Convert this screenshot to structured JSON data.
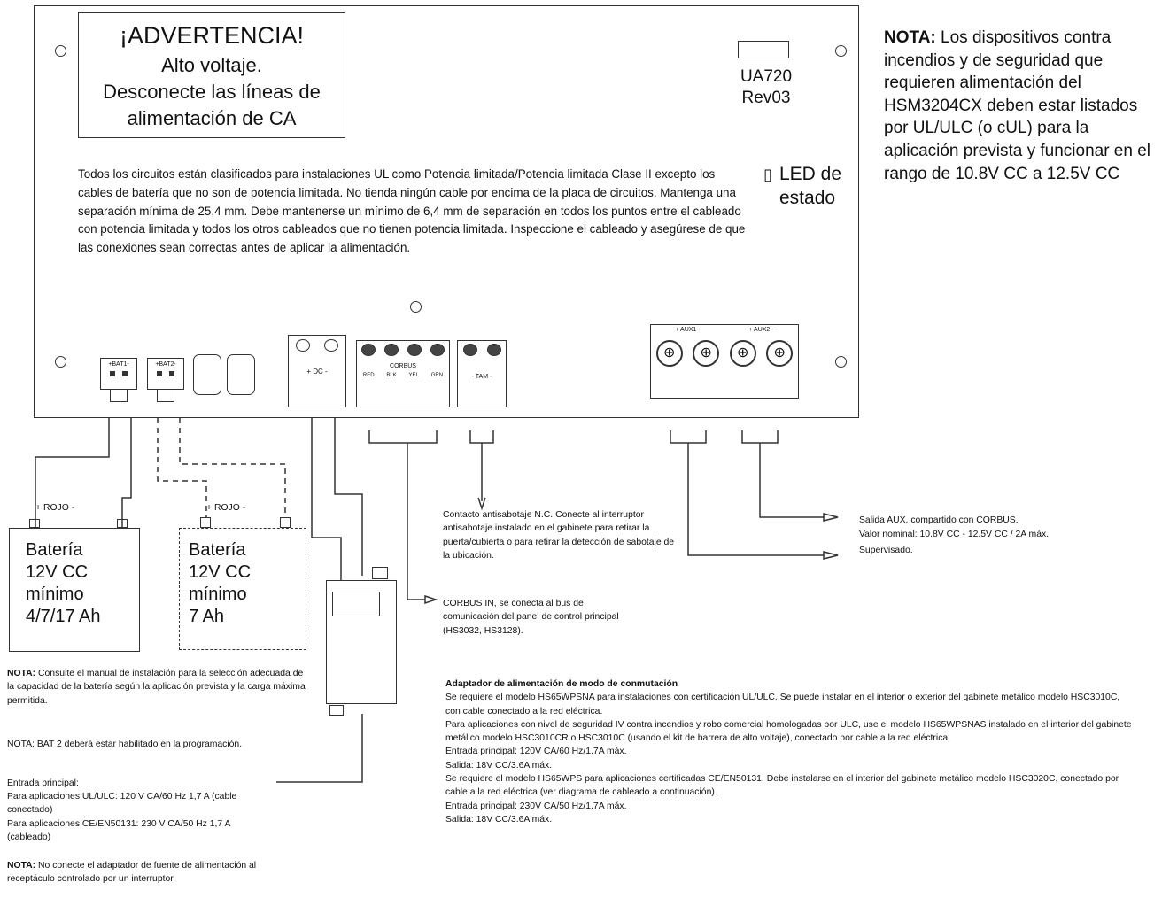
{
  "warning": {
    "title": "¡ADVERTENCIA!",
    "line1": "Alto voltaje.",
    "line2": "Desconecte las líneas de",
    "line3": "alimentación de CA"
  },
  "board": {
    "model": "UA720",
    "revision": "Rev03",
    "led_label_1": "LED de",
    "led_label_2": "estado",
    "limited_power_text": "Todos los circuitos están clasificados para instalaciones UL como Potencia limitada/Potencia limitada Clase II excepto los cables de batería que no son de potencia limitada. No tienda ningún cable por encima de la placa de circuitos. Mantenga una separación mínima de 25,4 mm. Debe mantenerse un mínimo de 6,4 mm de separación en todos los puntos entre el cableado con potencia limitada y todos los otros cableados que no tienen potencia limitada. Inspeccione el cableado y asegúrese de que las conexiones sean correctas antes de aplicar la alimentación.",
    "terminals": {
      "bat1": "+BAT1-",
      "bat2": "+BAT2-",
      "dc": "+ DC -",
      "corbus": "CORBUS",
      "corbus_pins": [
        "RED",
        "BLK",
        "YEL",
        "GRN"
      ],
      "tam": "- TAM -",
      "aux1": "+ AUX1 -",
      "aux2": "+ AUX2 -"
    }
  },
  "nota_top": {
    "label": "NOTA:",
    "text": " Los dispositivos contra incendios y de seguridad que requieren alimentación del HSM3204CX deben estar listados por UL/ULC (o cUL) para la aplicación prevista y funcionar en el rango de 10.8V CC a 12.5V CC"
  },
  "battery1": {
    "wire_label": "+ ROJO -",
    "line1": "Batería",
    "line2": "12V CC",
    "line3": "mínimo",
    "line4": "4/7/17 Ah"
  },
  "battery2": {
    "wire_label": "+ ROJO -",
    "line1": "Batería",
    "line2": "12V CC",
    "line3": "mínimo",
    "line4": "7 Ah"
  },
  "notes_left": {
    "nota1_label": "NOTA:",
    "nota1_text": " Consulte el manual de instalación para la selección adecuada de la capacidad de la batería según la aplicación prevista y la carga máxima permitida.",
    "nota2": "NOTA: BAT 2 deberá estar habilitado en la programación.",
    "entrada_title": "Entrada principal:",
    "entrada_ul": "Para aplicaciones UL/ULC: 120 V CA/60 Hz 1,7 A (cable conectado)",
    "entrada_ce": "Para aplicaciones CE/EN50131: 230 V CA/50 Hz 1,7 A (cableado)",
    "nota3_label": "NOTA:",
    "nota3_text": " No conecte el adaptador de fuente de alimentación al receptáculo controlado por un interruptor."
  },
  "callouts": {
    "tamper": "Contacto antisabotaje N.C. Conecte al interruptor antisabotaje instalado en el gabinete para retirar la puerta/cubierta o para retirar la detección de sabotaje de la ubicación.",
    "corbus_in": "CORBUS IN, se conecta al bus de comunicación del panel de control principal (HS3032, HS3128).",
    "aux_1": "Salida AUX, compartido con CORBUS.",
    "aux_2": "Valor nominal: 10.8V CC - 12.5V CC / 2A máx.",
    "aux_3": "Supervisado."
  },
  "adapter": {
    "title": "Adaptador de alimentación de modo de conmutación",
    "p1": "Se requiere el modelo HS65WPSNA para instalaciones con certificación UL/ULC. Se puede instalar en el interior o exterior del gabinete metálico modelo HSC3010C, con cable conectado a la red eléctrica.",
    "p2": "Para aplicaciones con nivel de seguridad IV contra incendios y robo comercial homologadas por ULC, use el modelo HS65WPSNAS instalado en el interior del gabinete metálico modelo HSC3010CR o HSC3010C (usando el kit de barrera de alto voltaje), conectado por cable a la red eléctrica.",
    "p3": "Entrada principal: 120V CA/60 Hz/1.7A máx.",
    "p4": "Salida: 18V CC/3.6A máx.",
    "p5": "Se requiere el modelo HS65WPS para aplicaciones certificadas CE/EN50131. Debe instalarse en el interior del gabinete metálico modelo HSC3020C, conectado por cable a la red eléctrica (ver diagrama de cableado a continuación).",
    "p6": "Entrada principal: 230V CA/50 Hz/1.7A máx.",
    "p7": "Salida: 18V CC/3.6A máx."
  }
}
